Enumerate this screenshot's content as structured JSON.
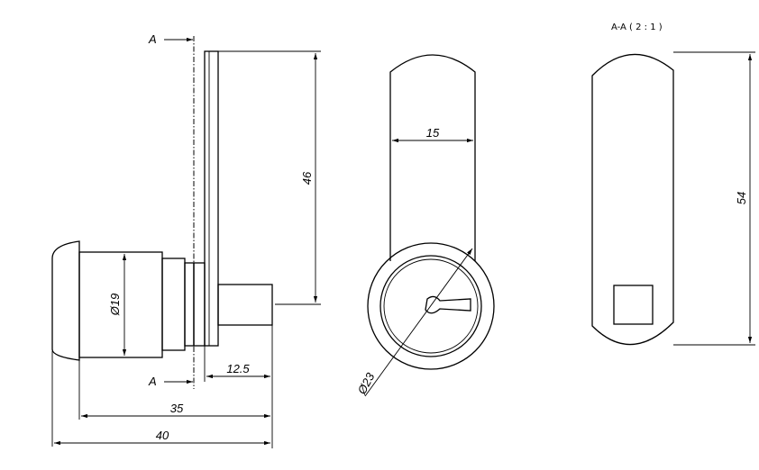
{
  "section_marker": {
    "top": "A",
    "bottom": "A"
  },
  "section_title": "A-A ( 2 : 1 )",
  "dimensions": {
    "height_46": "46",
    "dia_19": "Ø19",
    "len_12_5": "12.5",
    "len_35": "35",
    "len_40": "40",
    "width_15": "15",
    "dia_23": "Ø23",
    "height_54": "54"
  }
}
